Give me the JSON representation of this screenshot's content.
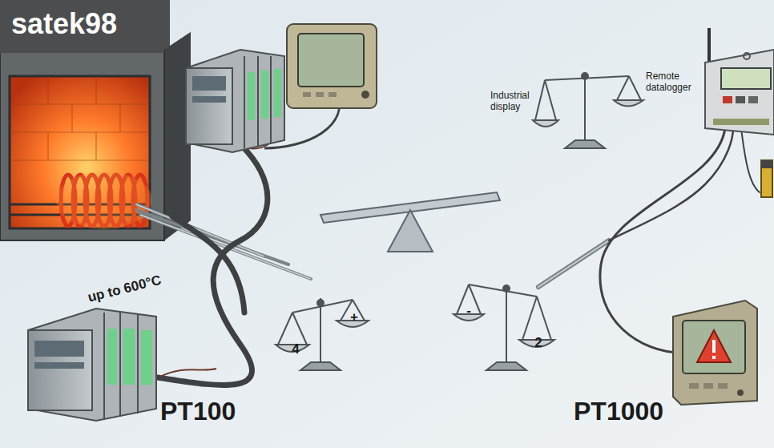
{
  "diagram": {
    "nodes": [
      {
        "text": [
          "satek98"
        ]
      }
    ],
    "labels": [
      "up to 600°C",
      "Industrial display",
      "Remote datalogger",
      "4",
      "+",
      "-",
      "2",
      "PT100",
      "PT1000"
    ]
  }
}
